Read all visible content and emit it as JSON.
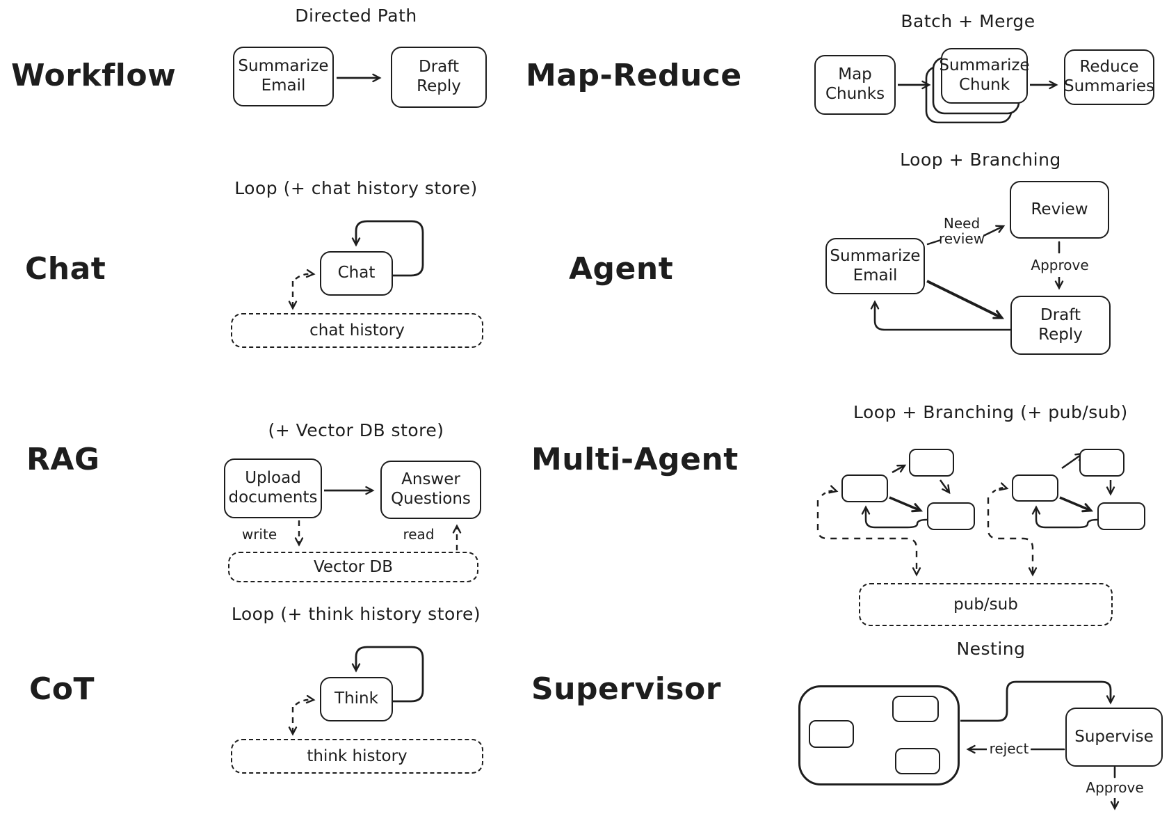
{
  "colors": {
    "ink": "#1d1d1d",
    "background": "#ffffff"
  },
  "sections": {
    "workflow": {
      "label": "Workflow",
      "title": "Directed Path",
      "node_summarize": "Summarize Email",
      "node_draft": "Draft Reply"
    },
    "map_reduce": {
      "label": "Map-Reduce",
      "title": "Batch + Merge",
      "node_map": "Map Chunks",
      "node_summarize": "Summarize Chunk",
      "node_reduce": "Reduce Summaries"
    },
    "chat": {
      "label": "Chat",
      "title": "Loop (+ chat history store)",
      "node_chat": "Chat",
      "store": "chat history"
    },
    "agent": {
      "label": "Agent",
      "title": "Loop + Branching",
      "node_summarize": "Summarize Email",
      "node_review": "Review",
      "node_draft": "Draft Reply",
      "edge_need_review": "Need review",
      "edge_approve": "Approve"
    },
    "rag": {
      "label": "RAG",
      "title": "(+ Vector DB store)",
      "node_upload": "Upload documents",
      "node_answer": "Answer Questions",
      "store": "Vector DB",
      "edge_write": "write",
      "edge_read": "read"
    },
    "multi_agent": {
      "label": "Multi-Agent",
      "title": "Loop + Branching (+ pub/sub)",
      "store": "pub/sub"
    },
    "cot": {
      "label": "CoT",
      "title": "Loop (+ think history store)",
      "node_think": "Think",
      "store": "think history"
    },
    "supervisor": {
      "label": "Supervisor",
      "title": "Nesting",
      "node_supervise": "Supervise",
      "edge_reject": "reject",
      "edge_approve": "Approve"
    }
  }
}
